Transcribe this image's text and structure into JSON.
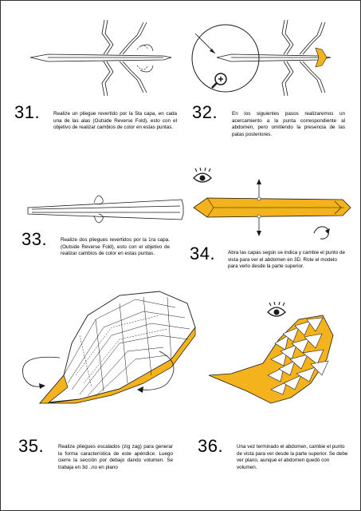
{
  "steps": [
    {
      "number": "31.",
      "text": "Realize un pliegue revertido por la 5ta capa, en cada una de las alas (Outside Reverse Fold), esto con el objetivo de realizar cambios de color en estas puntas."
    },
    {
      "number": "32.",
      "text": "En los siguientes pasos realizaremos un acercamiento a la punta correspondiente al abdomen, pero omitiendo la presencia de las patas posteriores."
    },
    {
      "number": "33.",
      "text": "Realize dos pliegues revertidos por la 1ra capa. (Outside Reverse Fold), esto con el objetivo de realizar cambios de color en estas puntas."
    },
    {
      "number": "34.",
      "text": "Abra las capas según se indica y cambie el punto de vista para ver el abdomen en 3D. Rote el modelo para verlo desde la parte superior."
    },
    {
      "number": "35.",
      "text": "Realize pliegues escalados (zig zag) para generar la forma característica de este apéndice. Luego cierre la sección por debajo dando volumen. Se trabaja en 3d ..no en plano"
    },
    {
      "number": "36.",
      "text": "Una vez terminado el abdomen, cambie el punto de vista para ver desde la parte superior. Se debe ver plano, aunque el abdomen quedó con volumen."
    }
  ],
  "colors": {
    "paper_color": "#f4b31c",
    "line_color": "#1a1a1a",
    "background": "#ffffff"
  },
  "icons": [
    "zoom-in-icon",
    "eye-icon",
    "rotate-arrow-icon"
  ]
}
